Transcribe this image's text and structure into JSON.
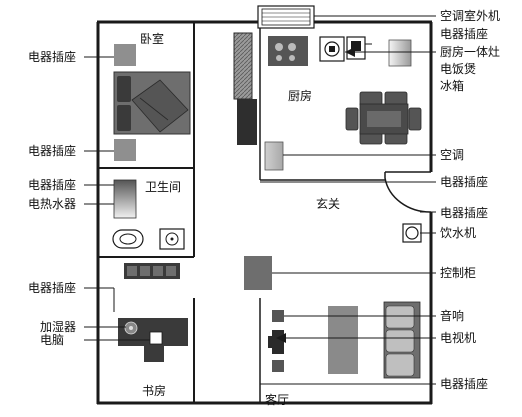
{
  "rooms": {
    "bedroom": "卧室",
    "kitchen": "厨房",
    "bathroom": "卫生间",
    "entrance": "玄关",
    "study": "书房",
    "living": "客厅"
  },
  "left_labels": {
    "outlet_bedroom_top": "电器插座",
    "outlet_bedroom_bottom": "电器插座",
    "outlet_bathroom": "电器插座",
    "water_heater": "电热水器",
    "outlet_study": "电器插座",
    "humidifier": "加湿器",
    "computer": "电脑"
  },
  "right_labels": {
    "ac_outdoor_unit": "空调室外机",
    "outlet_kitchen": "电器插座",
    "kitchen_stove": "厨房一体灶",
    "rice_cooker": "电饭煲",
    "fridge": "冰箱",
    "air_conditioner": "空调",
    "outlet_entrance_1": "电器插座",
    "outlet_entrance_2": "电器插座",
    "water_dispenser": "饮水机",
    "control_cabinet": "控制柜",
    "speaker": "音响",
    "tv": "电视机",
    "outlet_living": "电器插座"
  },
  "colors": {
    "wall": "#1a1a1a",
    "device": "#8f8f8f",
    "furniture_dark": "#3a3a3a",
    "furniture_mid": "#6e6e6e"
  }
}
